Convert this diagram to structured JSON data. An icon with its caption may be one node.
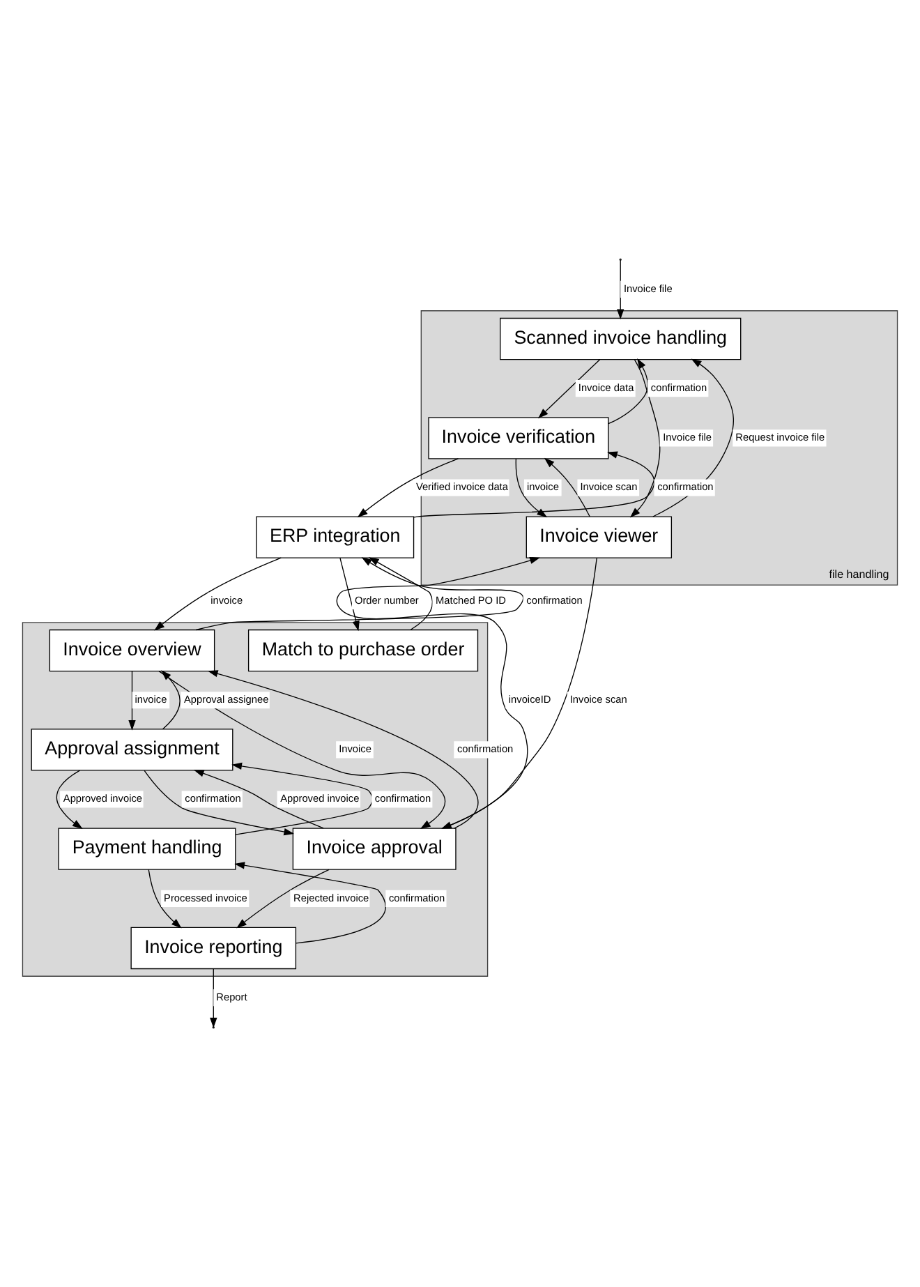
{
  "diagram": {
    "nodes": [
      {
        "text": [
          "file handling"
        ]
      },
      {
        "text": [
          "Scanned invoice handling"
        ],
        "in": 0
      },
      {
        "text": [
          "Invoice verification"
        ],
        "in": 0
      },
      {
        "text": [
          "Invoice viewer"
        ],
        "in": 0
      },
      {
        "text": [
          "ERP integration"
        ]
      },
      {
        "text": [],
        "shape": "box"
      },
      {
        "text": [
          "Match to purchase order"
        ],
        "in": 5
      },
      {
        "text": [
          "Invoice overview"
        ],
        "in": 5
      },
      {
        "text": [
          "Approval assignment"
        ],
        "in": 5
      },
      {
        "text": [
          "Invoice approval"
        ],
        "in": 5
      },
      {
        "text": [
          "Payment handling"
        ],
        "in": 5
      },
      {
        "text": [
          "Invoice reporting"
        ],
        "in": 5
      }
    ],
    "edges": [
      {
        "from": null,
        "to": 1,
        "arrow": "to",
        "label": "Invoice file"
      },
      {
        "from": 1,
        "to": 2,
        "arrow": "to",
        "label": "Invoice data"
      },
      {
        "from": 2,
        "to": 1,
        "arrow": "to",
        "label": "confirmation"
      },
      {
        "from": 1,
        "to": 3,
        "arrow": "to",
        "label": "Invoice file"
      },
      {
        "from": 3,
        "to": 1,
        "arrow": "to",
        "label": "Request invoice file"
      },
      {
        "from": 2,
        "to": 3,
        "arrow": "to",
        "label": "invoice"
      },
      {
        "from": 3,
        "to": 2,
        "arrow": "to",
        "label": "Invoice scan"
      },
      {
        "from": 4,
        "to": 2,
        "arrow": "to",
        "label": "confirmation"
      },
      {
        "from": 2,
        "to": 4,
        "arrow": "to",
        "label": "Verified invoice data"
      },
      {
        "from": 4,
        "to": 6,
        "arrow": "to",
        "label": "Order number"
      },
      {
        "from": 6,
        "to": 4,
        "arrow": "to",
        "label": "Matched PO ID"
      },
      {
        "from": 4,
        "to": 7,
        "arrow": "to",
        "label": "invoice"
      },
      {
        "from": 7,
        "to": 4,
        "arrow": "to",
        "label": "confirmation"
      },
      {
        "from": 7,
        "to": 8,
        "arrow": "to",
        "label": "invoice"
      },
      {
        "from": 8,
        "to": 7,
        "arrow": "to",
        "label": "Approval assignee"
      },
      {
        "from": 9,
        "to": 7,
        "arrow": "to",
        "label": "confirmation"
      },
      {
        "from": 7,
        "to": 9,
        "arrow": "to",
        "label": "Invoice"
      },
      {
        "from": 3,
        "to": 9,
        "arrow": "to",
        "label": "Invoice scan"
      },
      {
        "from": 9,
        "to": 3,
        "arrow": "to",
        "label": "invoiceID"
      },
      {
        "from": 8,
        "to": 9,
        "arrow": "to",
        "label": "confirmation"
      },
      {
        "from": 9,
        "to": 8,
        "arrow": "to",
        "label": "Approved invoice"
      },
      {
        "from": 9,
        "to": 11,
        "arrow": "to",
        "label": "Rejected invoice"
      },
      {
        "from": 8,
        "to": 10,
        "arrow": "to",
        "label": "Approved invoice"
      },
      {
        "from": 10,
        "to": 8,
        "arrow": "to",
        "label": "confirmation"
      },
      {
        "from": 10,
        "to": 11,
        "arrow": "to",
        "label": "Processed invoice"
      },
      {
        "from": 11,
        "to": 10,
        "arrow": "to",
        "label": "confirmation"
      },
      {
        "from": 11,
        "to": null,
        "arrow": "to",
        "label": "Report"
      }
    ]
  }
}
